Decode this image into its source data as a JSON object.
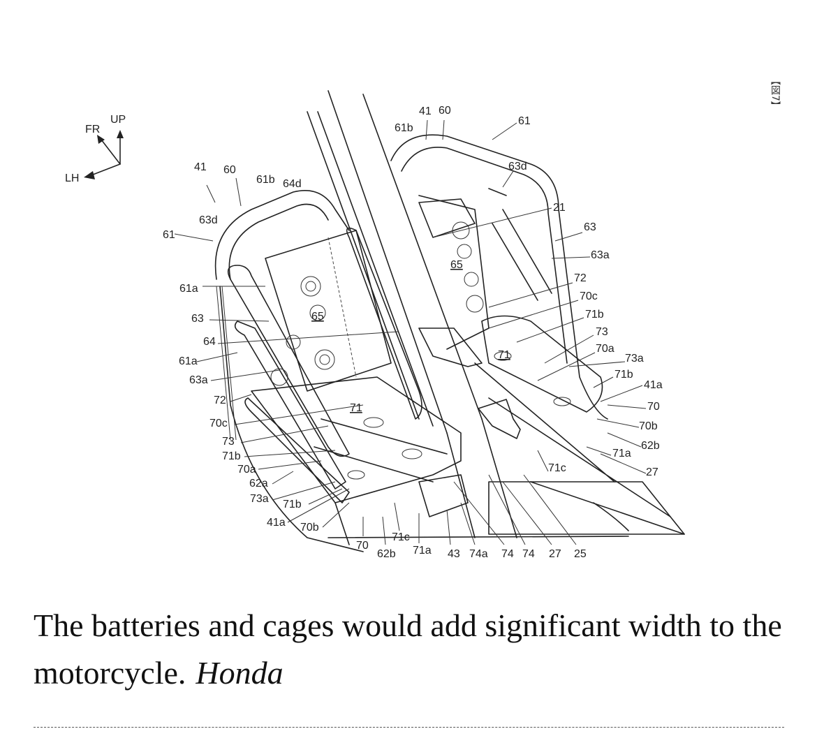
{
  "figure": {
    "tag": "【図7】",
    "compass": {
      "fr": "FR",
      "up": "UP",
      "lh": "LH"
    },
    "labels": [
      "41",
      "60",
      "61b",
      "61",
      "63d",
      "21",
      "63",
      "63a",
      "65",
      "72",
      "70c",
      "71b",
      "73",
      "70a",
      "73a",
      "71b",
      "41a",
      "70",
      "70b",
      "62b",
      "71a",
      "27",
      "71c",
      "71",
      "41",
      "60",
      "61b",
      "64d",
      "63d",
      "61",
      "61a",
      "65",
      "63",
      "64",
      "61a",
      "63a",
      "72",
      "70c",
      "71",
      "73",
      "71b",
      "70a",
      "62a",
      "73a",
      "71b",
      "41a",
      "70b",
      "70",
      "62b",
      "71c",
      "71a",
      "43",
      "74a",
      "74",
      "74",
      "27",
      "25"
    ]
  },
  "caption": {
    "text": "The batteries and cages would add significant width to the motorcycle.",
    "credit": "Honda"
  }
}
